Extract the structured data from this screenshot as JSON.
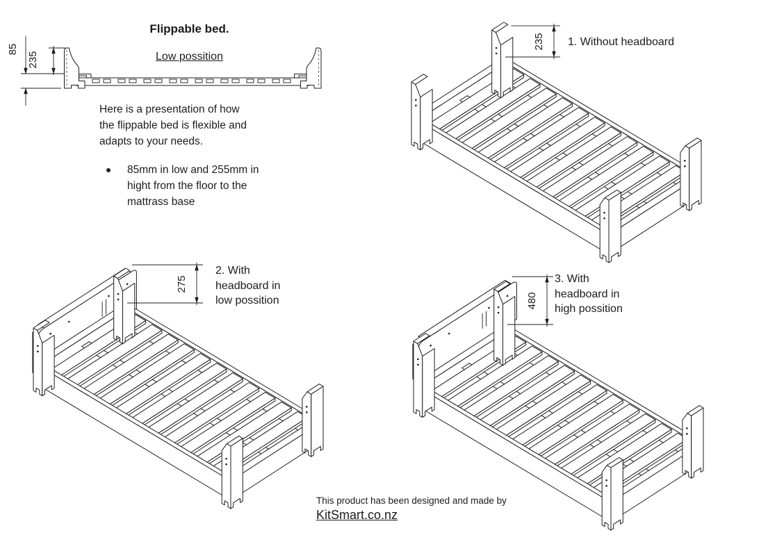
{
  "page": {
    "background": "#ffffff",
    "line_color": "#1c1c1c"
  },
  "title": {
    "heading": "Flippable bed.",
    "subheading": "Low possition"
  },
  "intro": {
    "paragraph": "Here is a presentation of how\nthe flippable bed is flexible and\nadapts to your needs.",
    "bullet": "85mm in low and 255mm in\nhight from the floor to the\nmattrass base"
  },
  "side_view": {
    "dim_floor": "85",
    "dim_leg": "235"
  },
  "views": {
    "v1": {
      "label": "1. Without headboard",
      "dim": "235"
    },
    "v2": {
      "label": "2. With\nheadboard in\nlow possition",
      "dim": "275"
    },
    "v3": {
      "label": "3. With\nheadboard in\nhigh possition",
      "dim": "480"
    }
  },
  "footer": {
    "credit": "This product has been designed and made by",
    "brand": "KitSmart.co.nz"
  }
}
